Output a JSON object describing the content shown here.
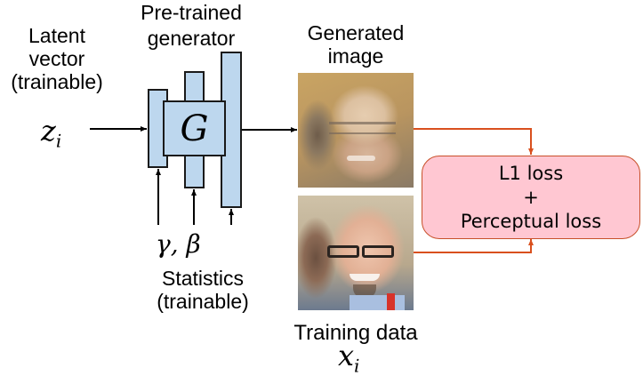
{
  "labels": {
    "latent_vector": [
      "Latent",
      "vector",
      "(trainable)"
    ],
    "latent_symbol": "z",
    "latent_subscript": "i",
    "generator_title": [
      "Pre-trained",
      "generator"
    ],
    "generator_symbol": "G",
    "statistics_symbol": "γ, β",
    "statistics": [
      "Statistics",
      "(trainable)"
    ],
    "generated_image": [
      "Generated",
      "image"
    ],
    "training_data": "Training data",
    "training_symbol": "x",
    "training_subscript": "i"
  },
  "loss_box": {
    "line1": "L1 loss",
    "line2": "+",
    "line3": "Perceptual loss"
  },
  "images": {
    "generated": "blurry reconstructed face of bald man with glasses",
    "training": "photo of smiling bald man with glasses and goatee"
  },
  "colors": {
    "block_fill": "#bdd7ee",
    "block_stroke": "#1a1a1a",
    "loss_fill": "#ffc7d2",
    "loss_stroke": "#c8502a",
    "loss_arrow": "#d9501e",
    "arrow": "#000000"
  }
}
